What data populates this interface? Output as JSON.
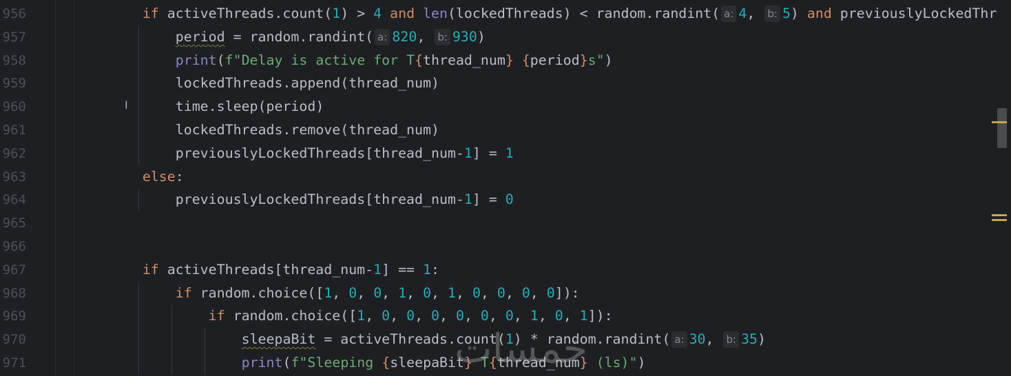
{
  "colors": {
    "background": "#1e1f22",
    "keyword": "#cf8e6d",
    "number": "#2aacb8",
    "string": "#6aab73",
    "builtin": "#8888c6",
    "text": "#bcbec4",
    "marker": "#c9a44f"
  },
  "watermark": "خمسات",
  "cursor_icon": "text-cursor-icon",
  "lines": [
    {
      "num": "956",
      "indent": 8,
      "tokens": [
        {
          "t": "if",
          "c": "kw"
        },
        {
          "t": " activeThreads.count("
        },
        {
          "t": "1",
          "c": "num"
        },
        {
          "t": ") > "
        },
        {
          "t": "4",
          "c": "num"
        },
        {
          "t": " "
        },
        {
          "t": "and",
          "c": "kw"
        },
        {
          "t": " "
        },
        {
          "t": "len",
          "c": "bi"
        },
        {
          "t": "(lockedThreads) < random.randint("
        },
        {
          "t": "a:",
          "c": "hint"
        },
        {
          "t": "4",
          "c": "num"
        },
        {
          "t": ", "
        },
        {
          "t": "b:",
          "c": "hint"
        },
        {
          "t": "5",
          "c": "num"
        },
        {
          "t": ") "
        },
        {
          "t": "and",
          "c": "kw"
        },
        {
          "t": " previouslyLockedThr"
        }
      ]
    },
    {
      "num": "957",
      "indent": 12,
      "tokens": [
        {
          "t": "period",
          "c": "warn"
        },
        {
          "t": " = random.randint("
        },
        {
          "t": "a:",
          "c": "hint"
        },
        {
          "t": "820",
          "c": "num"
        },
        {
          "t": ", "
        },
        {
          "t": "b:",
          "c": "hint"
        },
        {
          "t": "930",
          "c": "num"
        },
        {
          "t": ")"
        }
      ]
    },
    {
      "num": "958",
      "indent": 12,
      "tokens": [
        {
          "t": "print",
          "c": "bi"
        },
        {
          "t": "("
        },
        {
          "t": "f\"Delay is active for T",
          "c": "str"
        },
        {
          "t": "{",
          "c": "kw"
        },
        {
          "t": "thread_num"
        },
        {
          "t": "}",
          "c": "kw"
        },
        {
          "t": " ",
          "c": "str"
        },
        {
          "t": "{",
          "c": "kw"
        },
        {
          "t": "period"
        },
        {
          "t": "}",
          "c": "kw"
        },
        {
          "t": "s\"",
          "c": "str"
        },
        {
          "t": ")"
        }
      ]
    },
    {
      "num": "959",
      "indent": 12,
      "tokens": [
        {
          "t": "lockedThreads.append(thread_num)"
        }
      ]
    },
    {
      "num": "960",
      "indent": 12,
      "tokens": [
        {
          "t": "time.sleep(period)"
        }
      ]
    },
    {
      "num": "961",
      "indent": 12,
      "tokens": [
        {
          "t": "lockedThreads.remove(thread_num)"
        }
      ]
    },
    {
      "num": "962",
      "indent": 12,
      "tokens": [
        {
          "t": "previouslyLockedThreads[thread_num-"
        },
        {
          "t": "1",
          "c": "num"
        },
        {
          "t": "] = "
        },
        {
          "t": "1",
          "c": "num"
        }
      ]
    },
    {
      "num": "963",
      "indent": 8,
      "tokens": [
        {
          "t": "else",
          "c": "kw"
        },
        {
          "t": ":"
        }
      ]
    },
    {
      "num": "964",
      "indent": 12,
      "tokens": [
        {
          "t": "previouslyLockedThreads[thread_num-"
        },
        {
          "t": "1",
          "c": "num"
        },
        {
          "t": "] = "
        },
        {
          "t": "0",
          "c": "num"
        }
      ]
    },
    {
      "num": "965",
      "indent": 0,
      "tokens": []
    },
    {
      "num": "966",
      "indent": 0,
      "tokens": []
    },
    {
      "num": "967",
      "indent": 8,
      "tokens": [
        {
          "t": "if",
          "c": "kw"
        },
        {
          "t": " activeThreads[thread_num-"
        },
        {
          "t": "1",
          "c": "num"
        },
        {
          "t": "] == "
        },
        {
          "t": "1",
          "c": "num"
        },
        {
          "t": ":"
        }
      ]
    },
    {
      "num": "968",
      "indent": 12,
      "tokens": [
        {
          "t": "if",
          "c": "kw"
        },
        {
          "t": " random.choice(["
        },
        {
          "t": "1",
          "c": "num"
        },
        {
          "t": ", "
        },
        {
          "t": "0",
          "c": "num"
        },
        {
          "t": ", "
        },
        {
          "t": "0",
          "c": "num"
        },
        {
          "t": ", "
        },
        {
          "t": "1",
          "c": "num"
        },
        {
          "t": ", "
        },
        {
          "t": "0",
          "c": "num"
        },
        {
          "t": ", "
        },
        {
          "t": "1",
          "c": "num"
        },
        {
          "t": ", "
        },
        {
          "t": "0",
          "c": "num"
        },
        {
          "t": ", "
        },
        {
          "t": "0",
          "c": "num"
        },
        {
          "t": ", "
        },
        {
          "t": "0",
          "c": "num"
        },
        {
          "t": ", "
        },
        {
          "t": "0",
          "c": "num"
        },
        {
          "t": "]):"
        }
      ]
    },
    {
      "num": "969",
      "indent": 16,
      "tokens": [
        {
          "t": "if",
          "c": "kw"
        },
        {
          "t": " random.choice(["
        },
        {
          "t": "1",
          "c": "num"
        },
        {
          "t": ", "
        },
        {
          "t": "0",
          "c": "num"
        },
        {
          "t": ", "
        },
        {
          "t": "0",
          "c": "num"
        },
        {
          "t": ", "
        },
        {
          "t": "0",
          "c": "num"
        },
        {
          "t": ", "
        },
        {
          "t": "0",
          "c": "num"
        },
        {
          "t": ", "
        },
        {
          "t": "0",
          "c": "num"
        },
        {
          "t": ", "
        },
        {
          "t": "0",
          "c": "num"
        },
        {
          "t": ", "
        },
        {
          "t": "1",
          "c": "num"
        },
        {
          "t": ", "
        },
        {
          "t": "0",
          "c": "num"
        },
        {
          "t": ", "
        },
        {
          "t": "1",
          "c": "num"
        },
        {
          "t": "]):"
        }
      ]
    },
    {
      "num": "970",
      "indent": 20,
      "tokens": [
        {
          "t": "sleepaBit",
          "c": "warn"
        },
        {
          "t": " = activeThreads.count("
        },
        {
          "t": "1",
          "c": "num"
        },
        {
          "t": ") * random.randint("
        },
        {
          "t": "a:",
          "c": "hint"
        },
        {
          "t": "30",
          "c": "num"
        },
        {
          "t": ", "
        },
        {
          "t": "b:",
          "c": "hint"
        },
        {
          "t": "35",
          "c": "num"
        },
        {
          "t": ")"
        }
      ]
    },
    {
      "num": "971",
      "indent": 20,
      "tokens": [
        {
          "t": "print",
          "c": "bi"
        },
        {
          "t": "("
        },
        {
          "t": "f\"Sleeping ",
          "c": "str"
        },
        {
          "t": "{",
          "c": "kw"
        },
        {
          "t": "sleepaBit"
        },
        {
          "t": "}",
          "c": "kw"
        },
        {
          "t": " T",
          "c": "str"
        },
        {
          "t": "{",
          "c": "kw"
        },
        {
          "t": "thread_num"
        },
        {
          "t": "}",
          "c": "kw"
        },
        {
          "t": " (ls)\"",
          "c": "str"
        },
        {
          "t": ")"
        }
      ]
    }
  ]
}
